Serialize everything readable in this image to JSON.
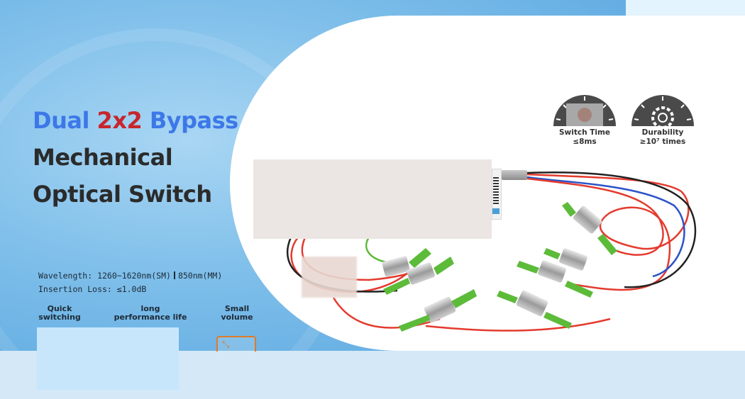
{
  "headline": {
    "line1_part1": "Dual ",
    "line1_part2": "2x2",
    "line1_part3": " Bypass",
    "line2": "Mechanical",
    "line3": "Optical Switch"
  },
  "specs": {
    "wavelength": "Wavelength: 1260~1620nm(SM)",
    "wavelength_mm": "850nm(MM)",
    "insertion_loss": "Insertion Loss: ≤1.0dB"
  },
  "features": [
    {
      "line1": "Quick",
      "line2": "switching"
    },
    {
      "line1": "long",
      "line2": "performance life"
    },
    {
      "line1": "Small",
      "line2": "volume"
    }
  ],
  "gauges": [
    {
      "label": "Switch Time",
      "value": "≤8ms"
    },
    {
      "label": "Durability",
      "value": "≥10⁷ times"
    }
  ],
  "colors": {
    "accent_blue": "#3c78e8",
    "accent_red": "#c8262d",
    "connector_green": "#5dbb3a",
    "fiber_red": "#e43a2e",
    "background_blue": "#6fb5e6"
  },
  "icons": [
    "gear-icon",
    "gauge-icon",
    "volume-icon"
  ]
}
